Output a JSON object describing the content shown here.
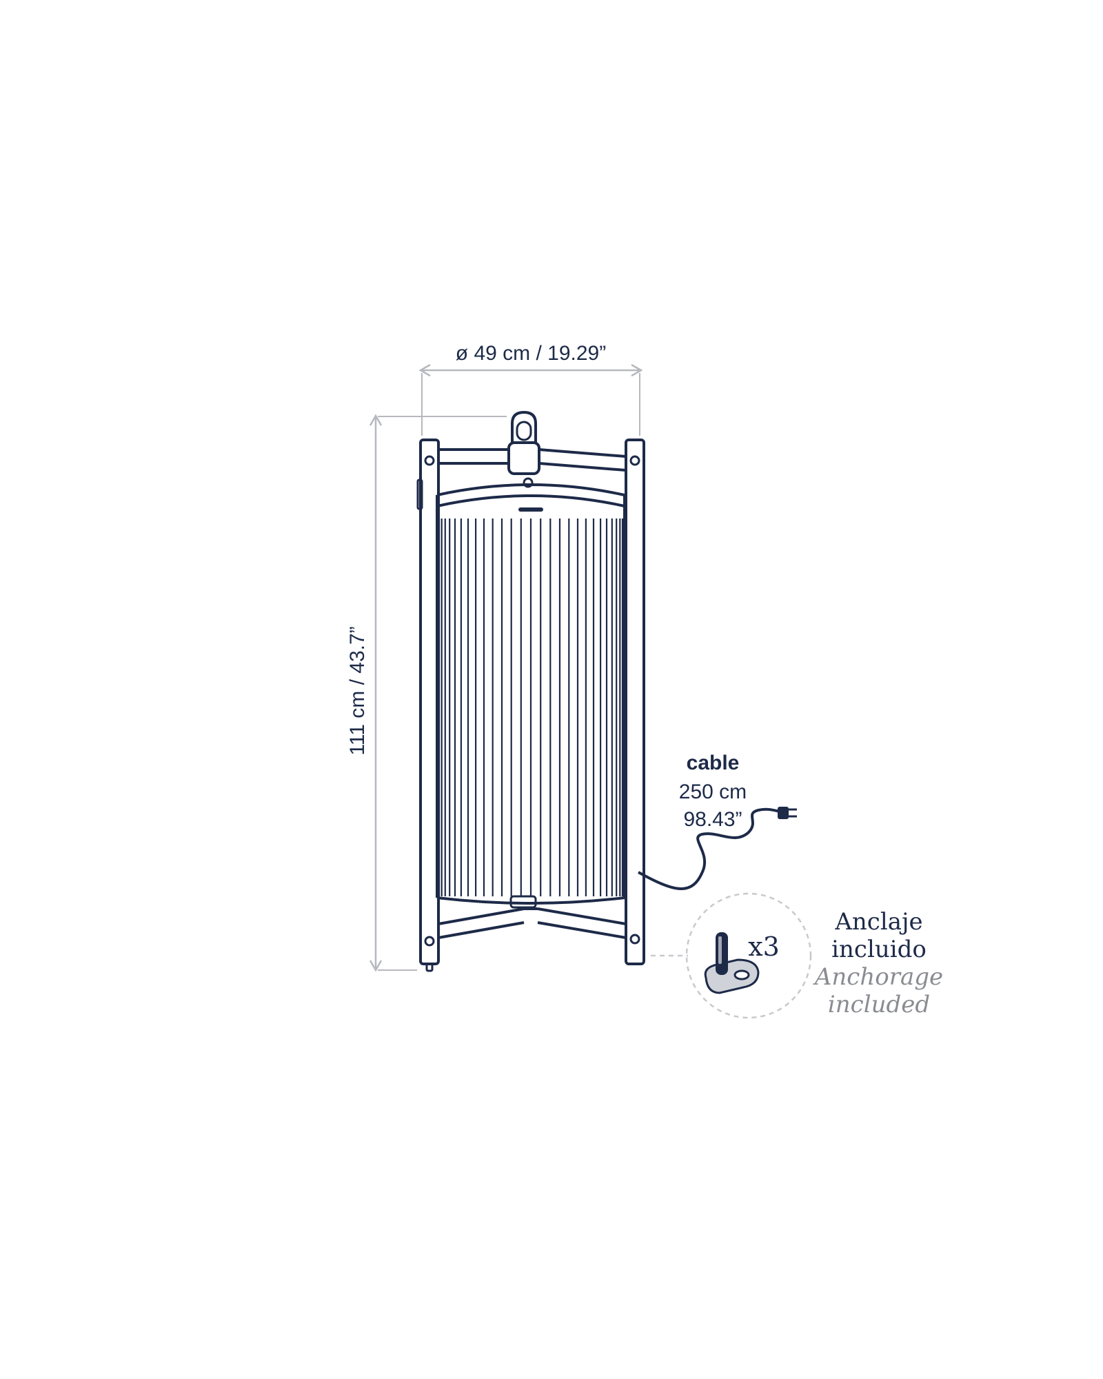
{
  "dimensions": {
    "width_label": "ø 49 cm / 19.29”",
    "height_label": "111 cm / 43.7”"
  },
  "cable": {
    "title": "cable",
    "length_cm": "250 cm",
    "length_in": "98.43”"
  },
  "anchorage": {
    "quantity": "x3",
    "label_es_line1": "Anclaje",
    "label_es_line2": "incluido",
    "label_en_line1": "Anchorage",
    "label_en_line2": "included"
  },
  "colors": {
    "ink": "#1d2a48",
    "dimension_lines": "#b6b8bd",
    "english_text": "#8a8c92"
  }
}
